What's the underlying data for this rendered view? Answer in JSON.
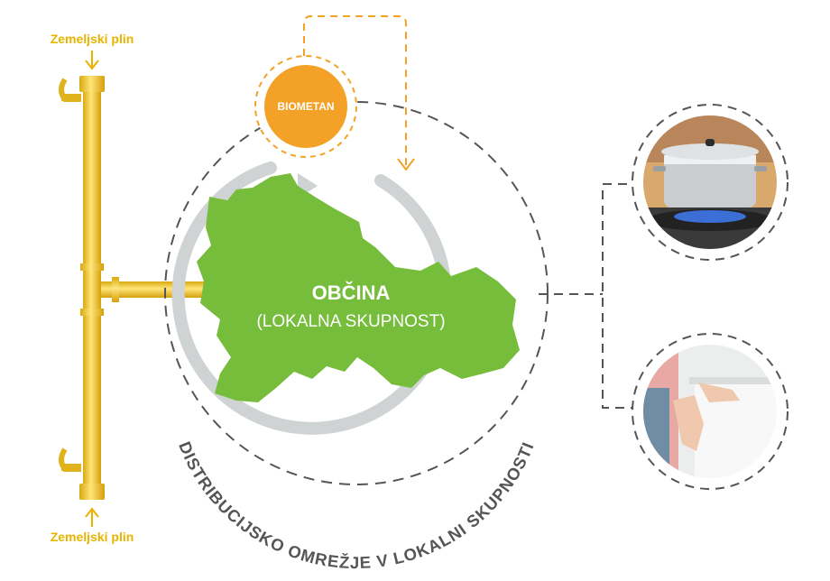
{
  "labels": {
    "gas_top": "Zemeljski plin",
    "gas_bottom": "Zemeljski plin",
    "biomethane": "BIOMETAN",
    "municipality": "OBČINA",
    "municipality_sub": "(LOKALNA SKUPNOST)",
    "network_arc": "DISTRIBUCIJSKO OMREŽJE V LOKALNI SKUPNOSTI"
  },
  "icons": {
    "cooking": "cooking-pot-on-gas-stove-icon",
    "heating": "hands-warming-on-radiator-icon"
  },
  "colors": {
    "pipe": "#f2c933",
    "gas_label": "#e8b400",
    "biomethane": "#f4a227",
    "region": "#76bd3b",
    "dashed": "#555555",
    "cycle_ring": "#cfd3d3"
  }
}
